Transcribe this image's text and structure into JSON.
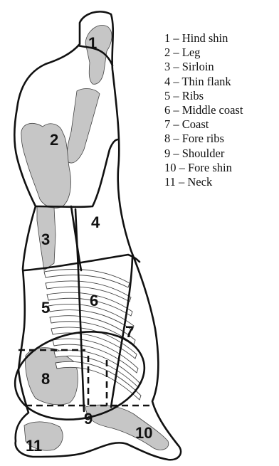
{
  "diagram": {
    "region_numbers": [
      "1",
      "2",
      "3",
      "4",
      "5",
      "6",
      "7",
      "8",
      "9",
      "10",
      "11"
    ],
    "legend": [
      "1 – Hind shin",
      "2 – Leg",
      "3 – Sirloin",
      "4 – Thin flank",
      "5 – Ribs",
      "6 – Middle coast",
      "7 – Coast",
      "8 – Fore ribs",
      "9 – Shoulder",
      "10 – Fore shin",
      "11 – Neck"
    ],
    "colors": {
      "outline": "#111111",
      "bone": "#c6c6c6",
      "rib_fill": "#ffffff",
      "background": "#ffffff"
    }
  }
}
